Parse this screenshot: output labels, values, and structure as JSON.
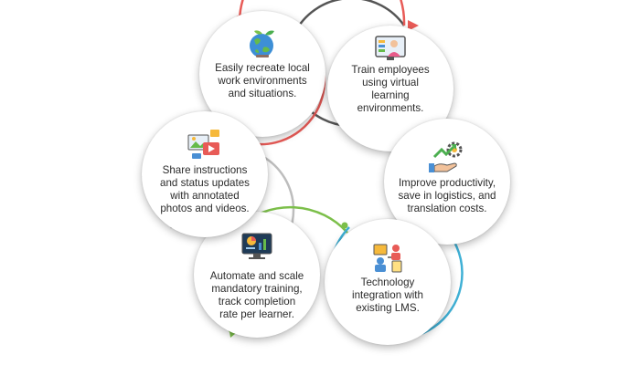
{
  "diagram": {
    "nodes": [
      {
        "key": "local",
        "text": "Easily recreate local\nwork environments\nand situations.",
        "icon": "globe-plant-icon",
        "ring_color": "#e85b57"
      },
      {
        "key": "train",
        "text": "Train employees\nusing virtual\nlearning\nenvironments.",
        "icon": "video-lesson-icon",
        "ring_color": "#555555"
      },
      {
        "key": "prod",
        "text": "Improve productivity,\nsave in logistics, and\ntranslation costs.",
        "icon": "growth-gear-hand-icon",
        "ring_color": "#4a8fd4"
      },
      {
        "key": "lms",
        "text": "Technology\nintegration with\nexisting LMS.",
        "icon": "team-integration-icon",
        "ring_color": "#3fb0d5"
      },
      {
        "key": "auto",
        "text": "Automate and scale\nmandatory training,\ntrack completion\nrate per learner.",
        "icon": "monitor-dashboard-icon",
        "ring_color": "#7cbf4a"
      },
      {
        "key": "share",
        "text": "Share instructions\nand status updates\nwith annotated\nphotos and videos.",
        "icon": "media-share-icon",
        "ring_color": "#bdbdbd"
      }
    ]
  }
}
